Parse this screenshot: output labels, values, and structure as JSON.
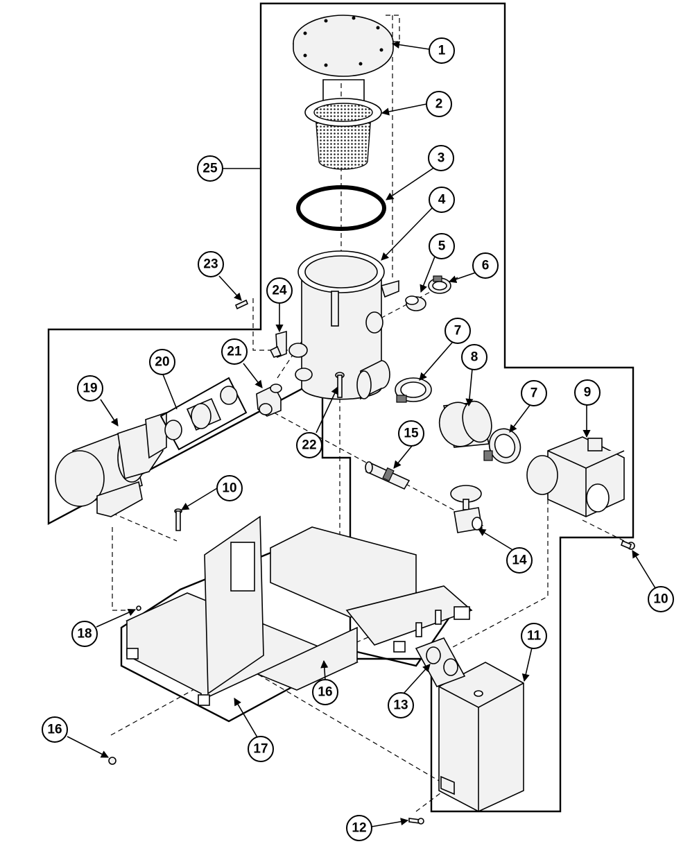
{
  "diagram": {
    "callouts": [
      {
        "id": "c1",
        "label": "1"
      },
      {
        "id": "c2",
        "label": "2"
      },
      {
        "id": "c3",
        "label": "3"
      },
      {
        "id": "c4",
        "label": "4"
      },
      {
        "id": "c5",
        "label": "5"
      },
      {
        "id": "c6",
        "label": "6"
      },
      {
        "id": "c7a",
        "label": "7"
      },
      {
        "id": "c7b",
        "label": "7"
      },
      {
        "id": "c8",
        "label": "8"
      },
      {
        "id": "c9",
        "label": "9"
      },
      {
        "id": "c10a",
        "label": "10"
      },
      {
        "id": "c10b",
        "label": "10"
      },
      {
        "id": "c11",
        "label": "11"
      },
      {
        "id": "c12",
        "label": "12"
      },
      {
        "id": "c13",
        "label": "13"
      },
      {
        "id": "c14",
        "label": "14"
      },
      {
        "id": "c15",
        "label": "15"
      },
      {
        "id": "c16a",
        "label": "16"
      },
      {
        "id": "c16b",
        "label": "16"
      },
      {
        "id": "c17",
        "label": "17"
      },
      {
        "id": "c18",
        "label": "18"
      },
      {
        "id": "c19",
        "label": "19"
      },
      {
        "id": "c20",
        "label": "20"
      },
      {
        "id": "c21",
        "label": "21"
      },
      {
        "id": "c22",
        "label": "22"
      },
      {
        "id": "c23",
        "label": "23"
      },
      {
        "id": "c24",
        "label": "24"
      },
      {
        "id": "c25",
        "label": "25"
      }
    ]
  }
}
